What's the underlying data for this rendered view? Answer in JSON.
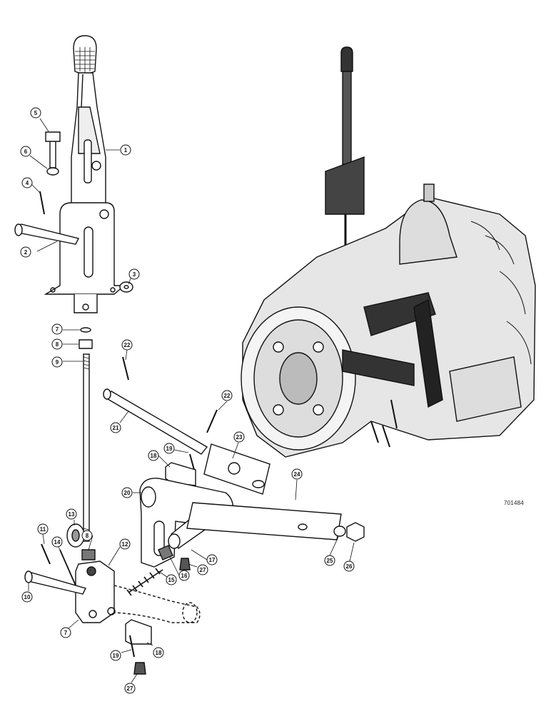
{
  "figure_number": "701484",
  "callouts": [
    {
      "id": "c1",
      "label": "1"
    },
    {
      "id": "c2",
      "label": "2"
    },
    {
      "id": "c3",
      "label": "3"
    },
    {
      "id": "c4",
      "label": "4"
    },
    {
      "id": "c5",
      "label": "5"
    },
    {
      "id": "c6",
      "label": "6"
    },
    {
      "id": "c7a",
      "label": "7"
    },
    {
      "id": "c8a",
      "label": "8"
    },
    {
      "id": "c9",
      "label": "9"
    },
    {
      "id": "c22a",
      "label": "22"
    },
    {
      "id": "c22b",
      "label": "22"
    },
    {
      "id": "c21",
      "label": "21"
    },
    {
      "id": "c19a",
      "label": "19"
    },
    {
      "id": "c23",
      "label": "23"
    },
    {
      "id": "c18a",
      "label": "18"
    },
    {
      "id": "c20",
      "label": "20"
    },
    {
      "id": "c24",
      "label": "24"
    },
    {
      "id": "c13",
      "label": "13"
    },
    {
      "id": "c11",
      "label": "11"
    },
    {
      "id": "c14",
      "label": "14"
    },
    {
      "id": "c8b",
      "label": "8"
    },
    {
      "id": "c12",
      "label": "12"
    },
    {
      "id": "c17",
      "label": "17"
    },
    {
      "id": "c15",
      "label": "15"
    },
    {
      "id": "c16",
      "label": "16"
    },
    {
      "id": "c27a",
      "label": "27"
    },
    {
      "id": "c25",
      "label": "25"
    },
    {
      "id": "c26",
      "label": "26"
    },
    {
      "id": "c10",
      "label": "10"
    },
    {
      "id": "c7b",
      "label": "7"
    },
    {
      "id": "c19b",
      "label": "19"
    },
    {
      "id": "c18b",
      "label": "18"
    },
    {
      "id": "c27b",
      "label": "27"
    }
  ]
}
